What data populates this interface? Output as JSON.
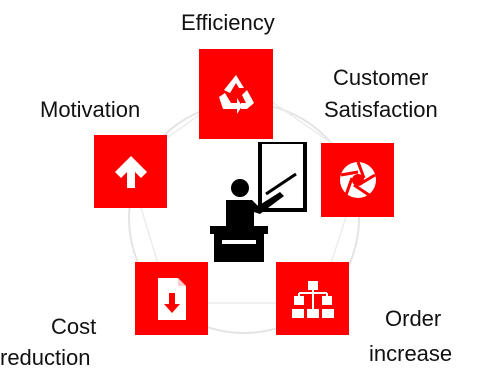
{
  "diagram": {
    "labels": {
      "efficiency": "Efficiency",
      "customer_line1": "Customer",
      "customer_line2": "Satisfaction",
      "motivation": "Motivation",
      "cost_line1": "Cost",
      "cost_line2": "reduction",
      "order_line1": "Order",
      "order_line2": "increase"
    },
    "icons": {
      "efficiency": "recycle-icon",
      "customer": "aperture-icon",
      "motivation": "arrow-up-icon",
      "cost": "document-down-icon",
      "order": "hierarchy-icon",
      "center": "presenter-icon"
    },
    "colors": {
      "tile": "#ff0000",
      "ring": "#e4e4e4",
      "icon": "#ffffff",
      "text": "#111111"
    }
  }
}
